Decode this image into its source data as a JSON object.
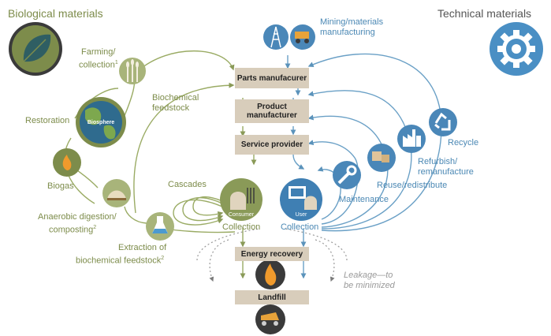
{
  "headers": {
    "biological": "Biological materials",
    "technical": "Technical materials"
  },
  "flow_boxes": {
    "parts_manufacturer": "Parts manufacurer",
    "product_manufacturer": "Product manufacturer",
    "service_provider": "Service provider",
    "energy_recovery": "Energy recovery",
    "landfill": "Landfill"
  },
  "bio_labels": {
    "farming": "Farming/",
    "collection": "collection",
    "farming_note": "1",
    "biochemical_feedstock_1": "Biochemical",
    "biochemical_feedstock_2": "feedstock",
    "restoration": "Restoration",
    "biosphere": "Biosphere",
    "biogas": "Biogas",
    "cascades": "Cascades",
    "anaerobic_1": "Anaerobic digestion/",
    "anaerobic_2": "composting",
    "anaerobic_note": "2",
    "extraction_1": "Extraction of",
    "extraction_2": "biochemical feedstock",
    "extraction_note": "2",
    "consumer": "Consumer",
    "collection_bio": "Collection"
  },
  "tech_labels": {
    "mining_1": "Mining/materials",
    "mining_2": "manufacturing",
    "recycle": "Recycle",
    "refurbish_1": "Refurbish/",
    "refurbish_2": "remanufacture",
    "reuse": "Reuse/redistribute",
    "maintenance": "Maintenance",
    "user": "User",
    "collection_tech": "Collection"
  },
  "leakage": {
    "line1": "Leakage—to",
    "line2": "be minimized"
  },
  "colors": {
    "bio": "#7d8c4b",
    "tech": "#4b88b4",
    "box": "#d8cdbb",
    "dark": "#3a3a3a"
  },
  "icons": [
    "leaf-icon",
    "gear-icon",
    "oil-rig-icon",
    "mining-truck-icon",
    "wheat-icon",
    "globe-icon",
    "flame-icon",
    "compost-icon",
    "flask-icon",
    "recycle-icon",
    "factory-icon",
    "boxes-icon",
    "wrench-icon",
    "monitor-icon",
    "fire-icon",
    "dump-truck-icon"
  ]
}
